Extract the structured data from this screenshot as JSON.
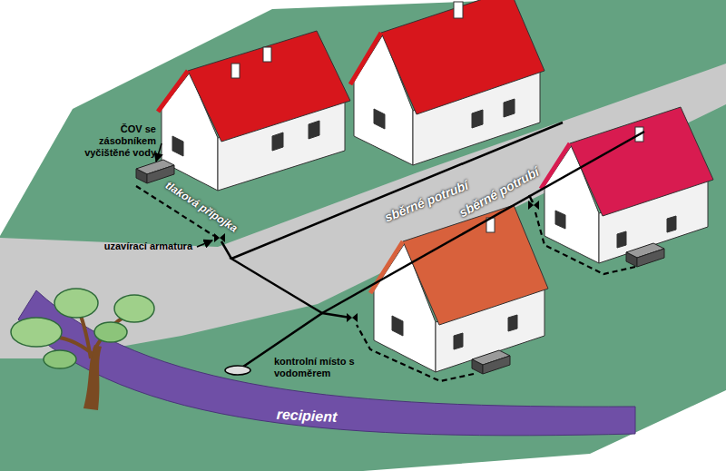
{
  "diagram": {
    "labels": [
      "ČOV se zásobníkem vyčištěné vody",
      "tlaková přípojka",
      "uzavírací armatura",
      "sběrné potrubí",
      "sběrné potrubí",
      "kontrolní místo s vodoměrem",
      "recipient"
    ]
  }
}
